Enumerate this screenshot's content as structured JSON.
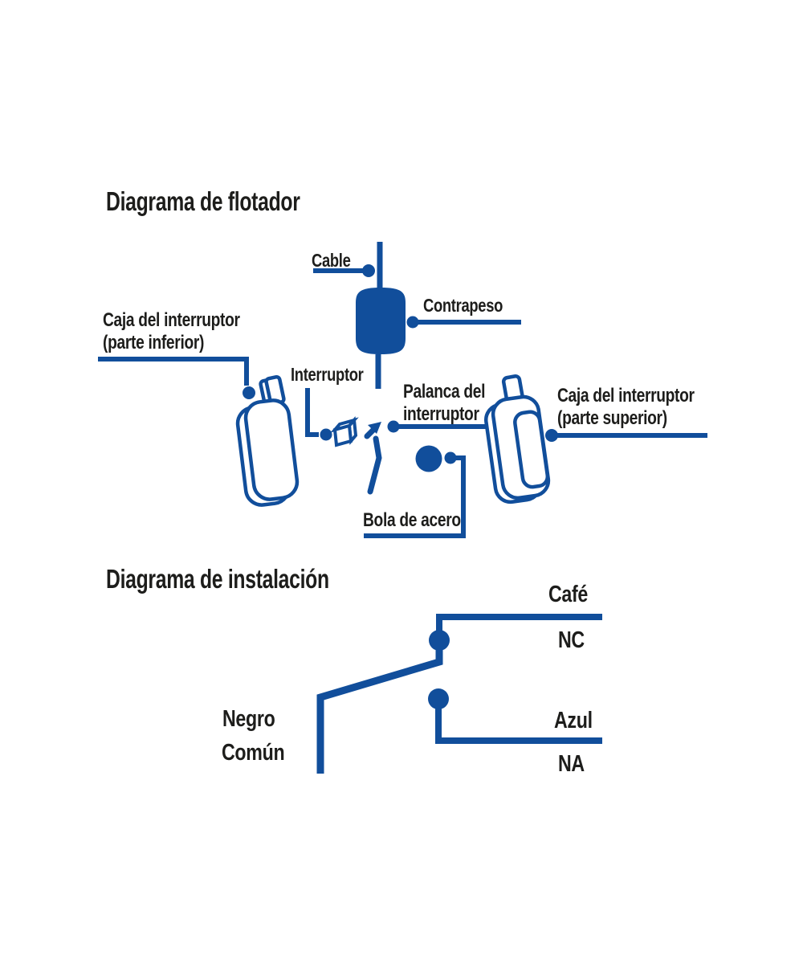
{
  "colors": {
    "line_blue": "#114e9b",
    "text_black": "#1d1d1b",
    "background": "#ffffff"
  },
  "float_diagram": {
    "title": "Diagrama de flotador",
    "labels": {
      "cable": "Cable",
      "contrapeso": "Contrapeso",
      "caja_inferior_l1": "Caja del interruptor",
      "caja_inferior_l2": "(parte inferior)",
      "interruptor": "Interruptor",
      "palanca_l1": "Palanca del",
      "palanca_l2": "interruptor",
      "caja_superior_l1": "Caja del interruptor",
      "caja_superior_l2": "(parte superior)",
      "bola": "Bola de acero"
    }
  },
  "installation_diagram": {
    "title": "Diagrama de instalación",
    "labels": {
      "cafe": "Café",
      "nc": "NC",
      "azul": "Azul",
      "na": "NA",
      "negro": "Negro",
      "comun": "Común"
    }
  }
}
